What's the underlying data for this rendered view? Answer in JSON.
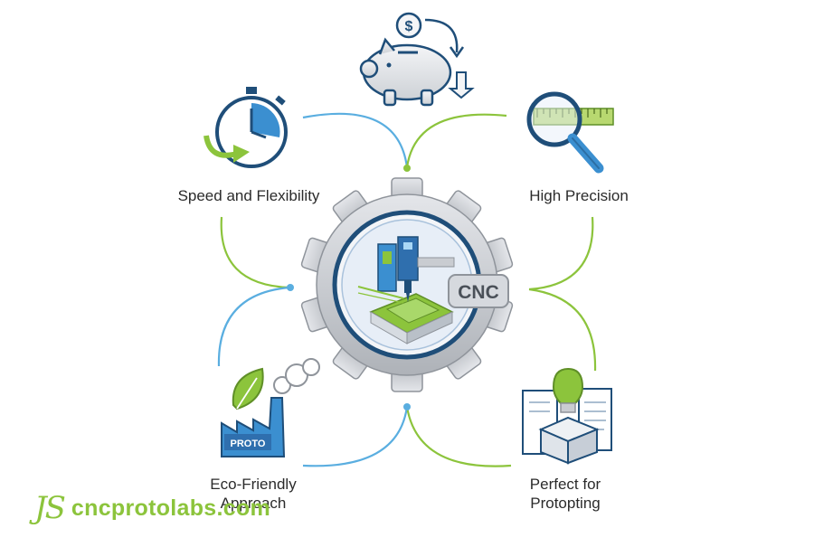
{
  "features": {
    "speed": "Speed and Flexibility",
    "precision": "High Precision",
    "eco": {
      "line1": "Eco-Friendly",
      "line2": "Approach"
    },
    "proto": {
      "line1": "Perfect for",
      "line2": "Protopting"
    }
  },
  "center": {
    "badge": "CNC"
  },
  "factory_sign": "PROTO",
  "brand": {
    "mark": "JS",
    "text": "cncprotolabs.com"
  },
  "colors": {
    "green": "#8cc43c",
    "blue": "#5aaee0",
    "navy": "#1f4e79",
    "gear": "#c9ccd1"
  },
  "icons": [
    "piggy-bank-icon",
    "stopwatch-icon",
    "magnifier-ruler-icon",
    "cnc-machine-icon",
    "factory-leaf-icon",
    "lightbulb-box-icon"
  ]
}
